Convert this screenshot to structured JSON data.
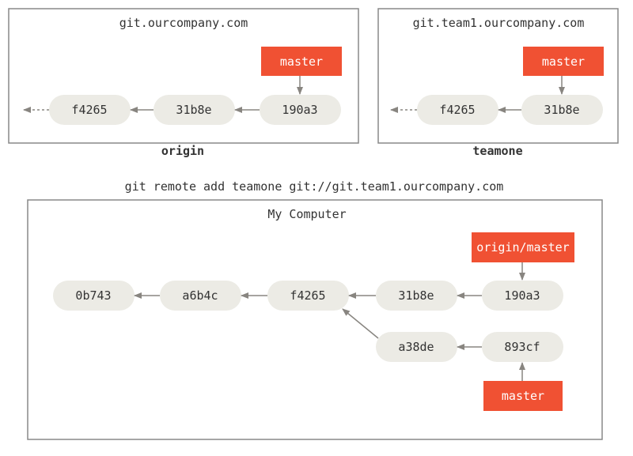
{
  "origin": {
    "host": "git.ourcompany.com",
    "name": "origin",
    "commits": [
      "f4265",
      "31b8e",
      "190a3"
    ],
    "branch": "master"
  },
  "teamone": {
    "host": "git.team1.ourcompany.com",
    "name": "teamone",
    "commits": [
      "f4265",
      "31b8e"
    ],
    "branch": "master"
  },
  "command": "git remote add teamone git://git.team1.ourcompany.com",
  "local": {
    "title": "My Computer",
    "main_commits": [
      "0b743",
      "a6b4c",
      "f4265",
      "31b8e",
      "190a3"
    ],
    "branch_commits": [
      "a38de",
      "893cf"
    ],
    "remote_ref": "origin/master",
    "local_ref": "master"
  },
  "colors": {
    "ref_fill": "#f05133",
    "commit_fill": "#ecebe5",
    "arrow": "#888580",
    "border": "#888888"
  }
}
